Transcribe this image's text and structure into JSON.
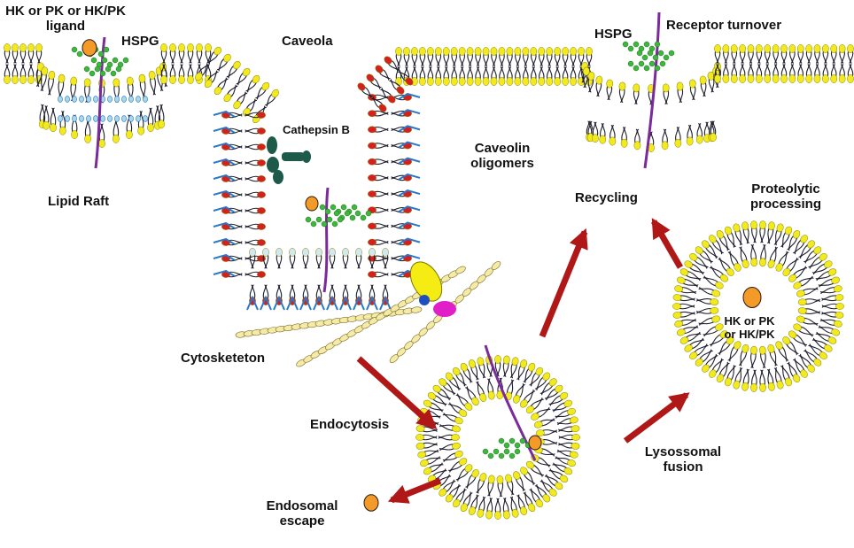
{
  "labels": {
    "ligand_line1": "HK or PK or HK/PK",
    "ligand_line2": "ligand",
    "hspg_left": "HSPG",
    "caveola": "Caveola",
    "hspg_right": "HSPG",
    "receptor_turnover": "Receptor  turnover",
    "cathepsin": "Cathepsin B",
    "caveolin_line1": "Caveolin",
    "caveolin_line2": "oligomers",
    "lipid_raft": "Lipid Raft",
    "recycling": "Recycling",
    "proteolytic_line1": "Proteolytic",
    "proteolytic_line2": "processing",
    "lyso_line1": "HK or PK",
    "lyso_line2": "or HK/PK",
    "cytoskeleton": "Cytosketeton",
    "endocytosis": "Endocytosis",
    "lysosomal_line1": "Lysossomal",
    "lysosomal_line2": "fusion",
    "endosomal_line1": "Endosomal",
    "endosomal_line2": "escape"
  },
  "colors": {
    "lipid_head": "#f2ea1f",
    "lipid_tail": "#1f1f2e",
    "caveolin_head": "#d42020",
    "caveolin_chain": "#2a78c8",
    "receptor": "#7a2a9a",
    "hspg_chain": "#3cb83c",
    "ligand": "#f39a28",
    "cathepsin": "#1e5a4a",
    "arrow": "#b01818",
    "actin": "#f5eba6",
    "yellow_protein": "#f5ec14",
    "blue_protein": "#1f4fbf",
    "magenta_protein": "#e01fc8"
  }
}
